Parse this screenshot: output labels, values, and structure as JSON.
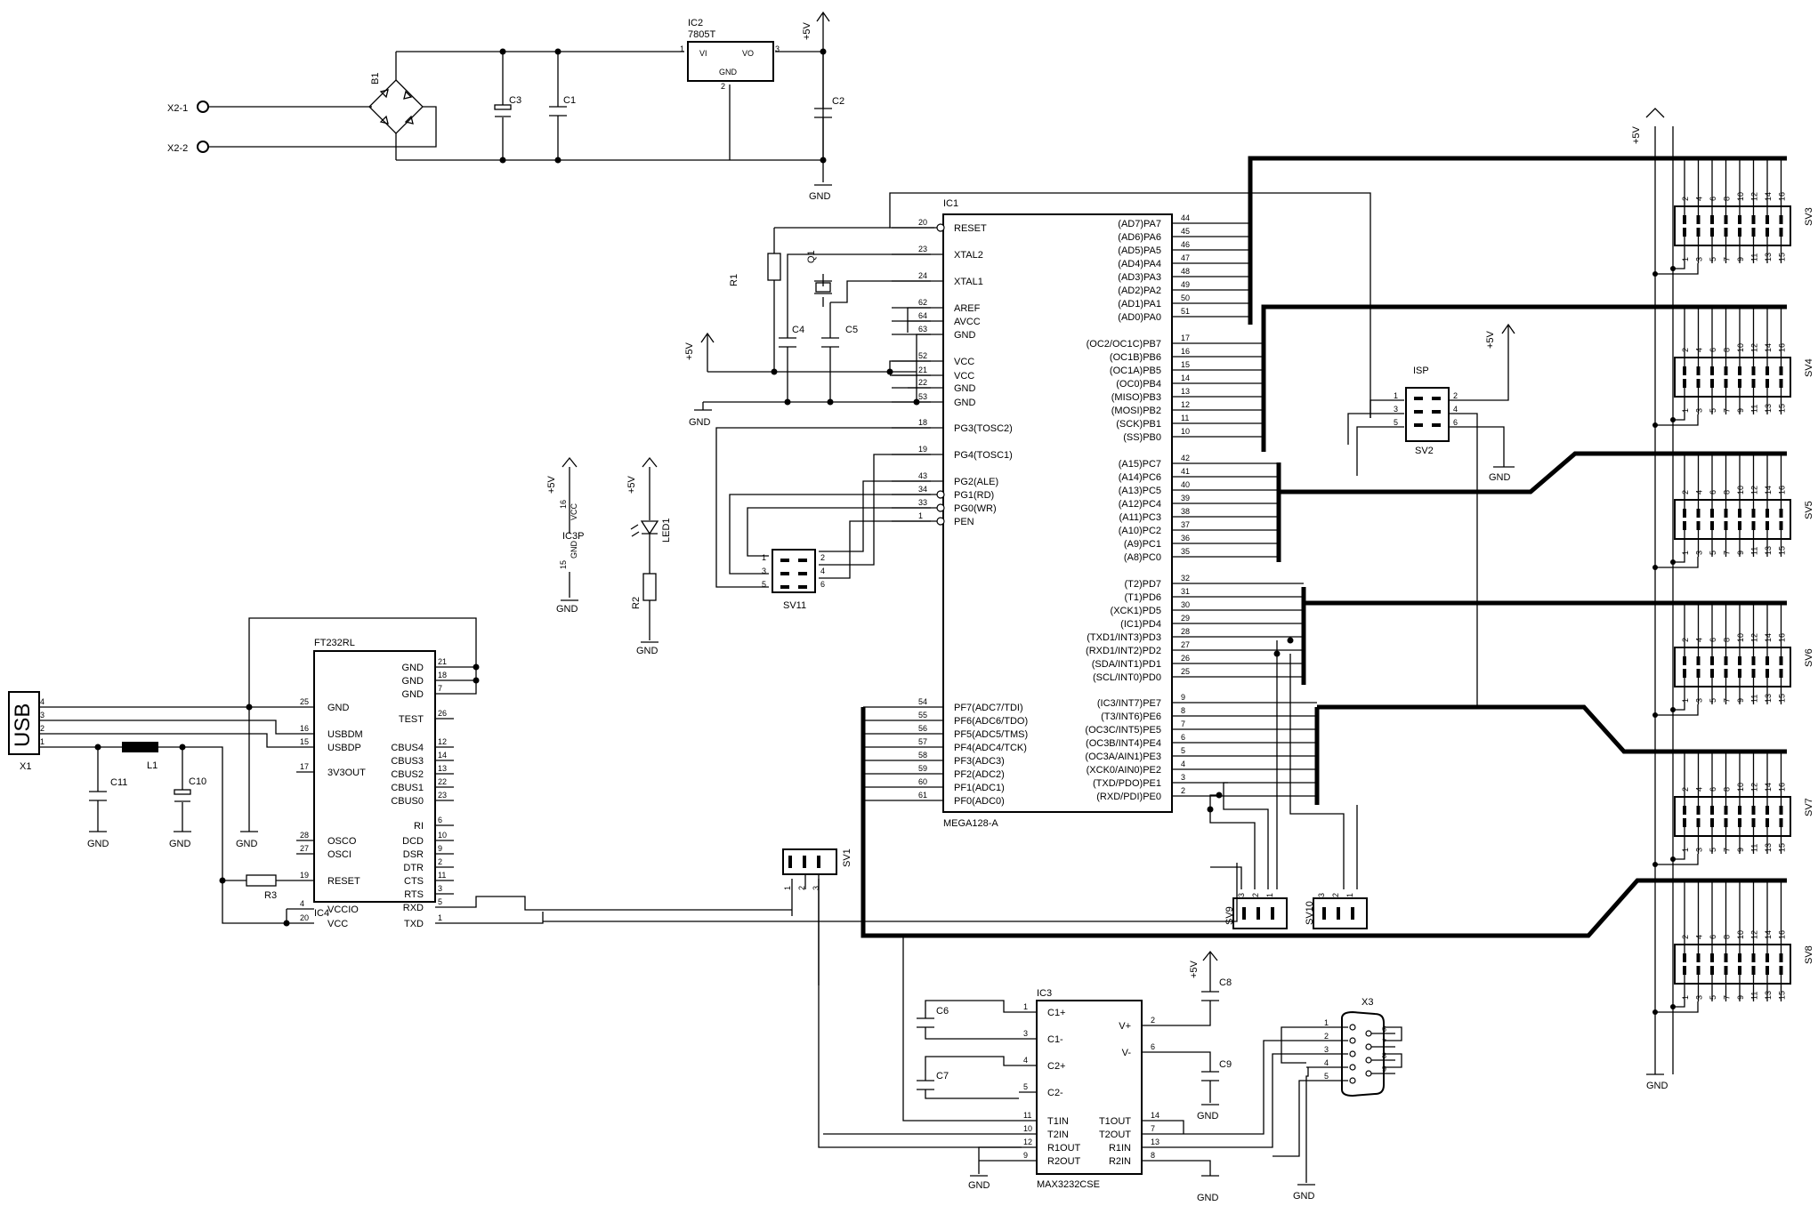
{
  "schematic": {
    "ic1": {
      "ref": "IC1",
      "value": "MEGA128-A",
      "left_pins": [
        {
          "n": "20",
          "l": "RESET"
        },
        {
          "n": "23",
          "l": "XTAL2"
        },
        {
          "n": "24",
          "l": "XTAL1"
        },
        {
          "n": "62",
          "l": "AREF"
        },
        {
          "n": "64",
          "l": "AVCC"
        },
        {
          "n": "63",
          "l": "GND"
        },
        {
          "n": "52",
          "l": "VCC"
        },
        {
          "n": "21",
          "l": "VCC"
        },
        {
          "n": "22",
          "l": "GND"
        },
        {
          "n": "53",
          "l": "GND"
        },
        {
          "n": "18",
          "l": "PG3(TOSC2)"
        },
        {
          "n": "19",
          "l": "PG4(TOSC1)"
        },
        {
          "n": "43",
          "l": "PG2(ALE)"
        },
        {
          "n": "34",
          "l": "PG1(RD)"
        },
        {
          "n": "33",
          "l": "PG0(WR)"
        },
        {
          "n": "1",
          "l": "PEN"
        },
        {
          "n": "54",
          "l": "PF7(ADC7/TDI)"
        },
        {
          "n": "55",
          "l": "PF6(ADC6/TDO)"
        },
        {
          "n": "56",
          "l": "PF5(ADC5/TMS)"
        },
        {
          "n": "57",
          "l": "PF4(ADC4/TCK)"
        },
        {
          "n": "58",
          "l": "PF3(ADC3)"
        },
        {
          "n": "59",
          "l": "PF2(ADC2)"
        },
        {
          "n": "60",
          "l": "PF1(ADC1)"
        },
        {
          "n": "61",
          "l": "PF0(ADC0)"
        }
      ],
      "right_pins": [
        {
          "n": "44",
          "l": "(AD7)PA7"
        },
        {
          "n": "45",
          "l": "(AD6)PA6"
        },
        {
          "n": "46",
          "l": "(AD5)PA5"
        },
        {
          "n": "47",
          "l": "(AD4)PA4"
        },
        {
          "n": "48",
          "l": "(AD3)PA3"
        },
        {
          "n": "49",
          "l": "(AD2)PA2"
        },
        {
          "n": "50",
          "l": "(AD1)PA1"
        },
        {
          "n": "51",
          "l": "(AD0)PA0"
        },
        {
          "n": "17",
          "l": "(OC2/OC1C)PB7"
        },
        {
          "n": "16",
          "l": "(OC1B)PB6"
        },
        {
          "n": "15",
          "l": "(OC1A)PB5"
        },
        {
          "n": "14",
          "l": "(OC0)PB4"
        },
        {
          "n": "13",
          "l": "(MISO)PB3"
        },
        {
          "n": "12",
          "l": "(MOSI)PB2"
        },
        {
          "n": "11",
          "l": "(SCK)PB1"
        },
        {
          "n": "10",
          "l": "(SS)PB0"
        },
        {
          "n": "42",
          "l": "(A15)PC7"
        },
        {
          "n": "41",
          "l": "(A14)PC6"
        },
        {
          "n": "40",
          "l": "(A13)PC5"
        },
        {
          "n": "39",
          "l": "(A12)PC4"
        },
        {
          "n": "38",
          "l": "(A11)PC3"
        },
        {
          "n": "37",
          "l": "(A10)PC2"
        },
        {
          "n": "36",
          "l": "(A9)PC1"
        },
        {
          "n": "35",
          "l": "(A8)PC0"
        },
        {
          "n": "32",
          "l": "(T2)PD7"
        },
        {
          "n": "31",
          "l": "(T1)PD6"
        },
        {
          "n": "30",
          "l": "(XCK1)PD5"
        },
        {
          "n": "29",
          "l": "(IC1)PD4"
        },
        {
          "n": "28",
          "l": "(TXD1/INT3)PD3"
        },
        {
          "n": "27",
          "l": "(RXD1/INT2)PD2"
        },
        {
          "n": "26",
          "l": "(SDA/INT1)PD1"
        },
        {
          "n": "25",
          "l": "(SCL/INT0)PD0"
        },
        {
          "n": "9",
          "l": "(IC3/INT7)PE7"
        },
        {
          "n": "8",
          "l": "(T3/INT6)PE6"
        },
        {
          "n": "7",
          "l": "(OC3C/INT5)PE5"
        },
        {
          "n": "6",
          "l": "(OC3B/INT4)PE4"
        },
        {
          "n": "5",
          "l": "(OC3A/AIN1)PE3"
        },
        {
          "n": "4",
          "l": "(XCK0/AIN0)PE2"
        },
        {
          "n": "3",
          "l": "(TXD/PDO)PE1"
        },
        {
          "n": "2",
          "l": "(RXD/PDI)PE0"
        }
      ]
    },
    "ic4": {
      "ref": "IC4",
      "value": "FT232RL",
      "left_pins": [
        {
          "n": "25",
          "l": "GND"
        },
        {
          "n": "16",
          "l": "USBDM"
        },
        {
          "n": "15",
          "l": "USBDP"
        },
        {
          "n": "17",
          "l": "3V3OUT"
        },
        {
          "n": "28",
          "l": "OSCO"
        },
        {
          "n": "27",
          "l": "OSCI"
        },
        {
          "n": "19",
          "l": "RESET"
        },
        {
          "n": "4",
          "l": "VCCIO"
        },
        {
          "n": "20",
          "l": "VCC"
        }
      ],
      "right_pins": [
        {
          "n": "21",
          "l": "GND"
        },
        {
          "n": "18",
          "l": "GND"
        },
        {
          "n": "7",
          "l": "GND"
        },
        {
          "n": "26",
          "l": "TEST"
        },
        {
          "n": "12",
          "l": "CBUS4"
        },
        {
          "n": "14",
          "l": "CBUS3"
        },
        {
          "n": "13",
          "l": "CBUS2"
        },
        {
          "n": "22",
          "l": "CBUS1"
        },
        {
          "n": "23",
          "l": "CBUS0"
        },
        {
          "n": "6",
          "l": "RI"
        },
        {
          "n": "10",
          "l": "DCD"
        },
        {
          "n": "9",
          "l": "DSR"
        },
        {
          "n": "2",
          "l": "DTR"
        },
        {
          "n": "11",
          "l": "CTS"
        },
        {
          "n": "3",
          "l": "RTS"
        },
        {
          "n": "5",
          "l": "RXD"
        },
        {
          "n": "1",
          "l": "TXD"
        }
      ]
    },
    "ic3": {
      "ref": "IC3",
      "value": "MAX3232CSE",
      "left_pins": [
        {
          "n": "1",
          "l": "C1+"
        },
        {
          "n": "3",
          "l": "C1-"
        },
        {
          "n": "4",
          "l": "C2+"
        },
        {
          "n": "5",
          "l": "C2-"
        },
        {
          "n": "11",
          "l": "T1IN"
        },
        {
          "n": "10",
          "l": "T2IN"
        },
        {
          "n": "12",
          "l": "R1OUT"
        },
        {
          "n": "9",
          "l": "R2OUT"
        }
      ],
      "right_pins": [
        {
          "n": "2",
          "l": "V+"
        },
        {
          "n": "6",
          "l": "V-"
        },
        {
          "n": "14",
          "l": "T1OUT"
        },
        {
          "n": "7",
          "l": "T2OUT"
        },
        {
          "n": "13",
          "l": "R1IN"
        },
        {
          "n": "8",
          "l": "R2IN"
        }
      ]
    },
    "ic2": {
      "ref": "IC2",
      "value": "7805T",
      "vi": "VI",
      "vo": "VO",
      "gnd": "GND",
      "p1": "1",
      "p2": "2",
      "p3": "3"
    },
    "ic3p": {
      "ref": "IC3P",
      "vcc": "VCC",
      "gnd": "GND",
      "p16": "16",
      "p15": "15"
    },
    "headers": [
      "SV3",
      "SV4",
      "SV5",
      "SV6",
      "SV7",
      "SV8"
    ],
    "header_top_pins": [
      "2",
      "4",
      "6",
      "8",
      "10",
      "12",
      "14",
      "16"
    ],
    "header_bot_pins": [
      "1",
      "3",
      "5",
      "7",
      "9",
      "11",
      "13",
      "15"
    ],
    "isp": {
      "ref": "SV2",
      "title": "ISP",
      "p1": "1",
      "p2": "2",
      "p3": "3",
      "p4": "4",
      "p5": "5",
      "p6": "6"
    },
    "sv11": {
      "ref": "SV11",
      "p1": "1",
      "p2": "2",
      "p3": "3",
      "p4": "4",
      "p5": "5",
      "p6": "6"
    },
    "sv1": {
      "ref": "SV1",
      "p1": "1",
      "p2": "2",
      "p3": "3"
    },
    "sv9": {
      "ref": "SV9",
      "p1": "1",
      "p2": "2",
      "p3": "3"
    },
    "sv10": {
      "ref": "SV10",
      "p1": "1",
      "p2": "2",
      "p3": "3"
    },
    "x3": {
      "ref": "X3",
      "pins": [
        "1",
        "2",
        "3",
        "4",
        "5",
        "6",
        "7",
        "8",
        "9"
      ]
    },
    "usb": {
      "label": "USB",
      "ref": "X1",
      "pins": [
        "4",
        "3",
        "2",
        "1"
      ]
    },
    "power_in": [
      "X2-1",
      "X2-2"
    ],
    "parts": {
      "b1": "B1",
      "c1": "C1",
      "c2": "C2",
      "c3": "C3",
      "c4": "C4",
      "c5": "C5",
      "c6": "C6",
      "c7": "C7",
      "c8": "C8",
      "c9": "C9",
      "c10": "C10",
      "c11": "C11",
      "q1": "Q1",
      "r1": "R1",
      "r2": "R2",
      "r3": "R3",
      "l1": "L1",
      "led1": "LED1"
    },
    "supply": {
      "vcc": "+5V",
      "gnd": "GND"
    }
  }
}
